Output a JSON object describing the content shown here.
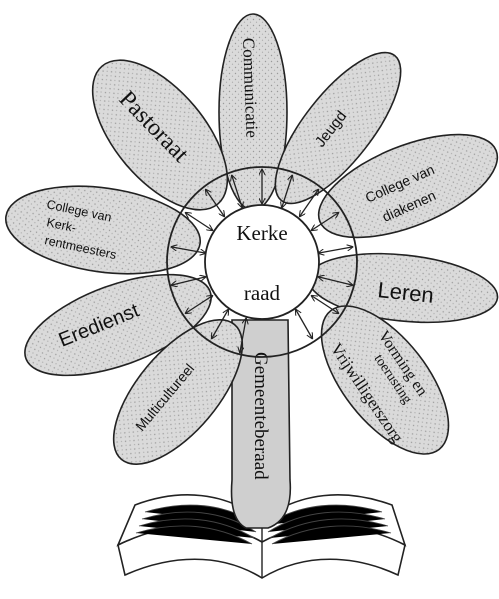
{
  "center": {
    "line1": "Kerke",
    "line2": "raad"
  },
  "stem": {
    "label": "Gemeenteberaad"
  },
  "petals": {
    "pastoraat": "Pastoraat",
    "communicatie": "Communicatie",
    "jeugd": "Jeugd",
    "diakenen": [
      "College van",
      "diakenen"
    ],
    "kerkrentmeesters": [
      "College van",
      "Kerk-",
      "rentmeesters"
    ],
    "leren": "Leren",
    "eredienst": "Eredienst",
    "multicultureel": "Multicultureel",
    "vorming": [
      "Vorming en",
      "toerusting"
    ],
    "vrijwilligerszorg": "Vrijwilligerszorg"
  },
  "colors": {
    "petal_fill": "#d8d8d8",
    "center_fill": "#ffffff",
    "stem_fill": "#cfcfcf",
    "ink": "#111111"
  }
}
